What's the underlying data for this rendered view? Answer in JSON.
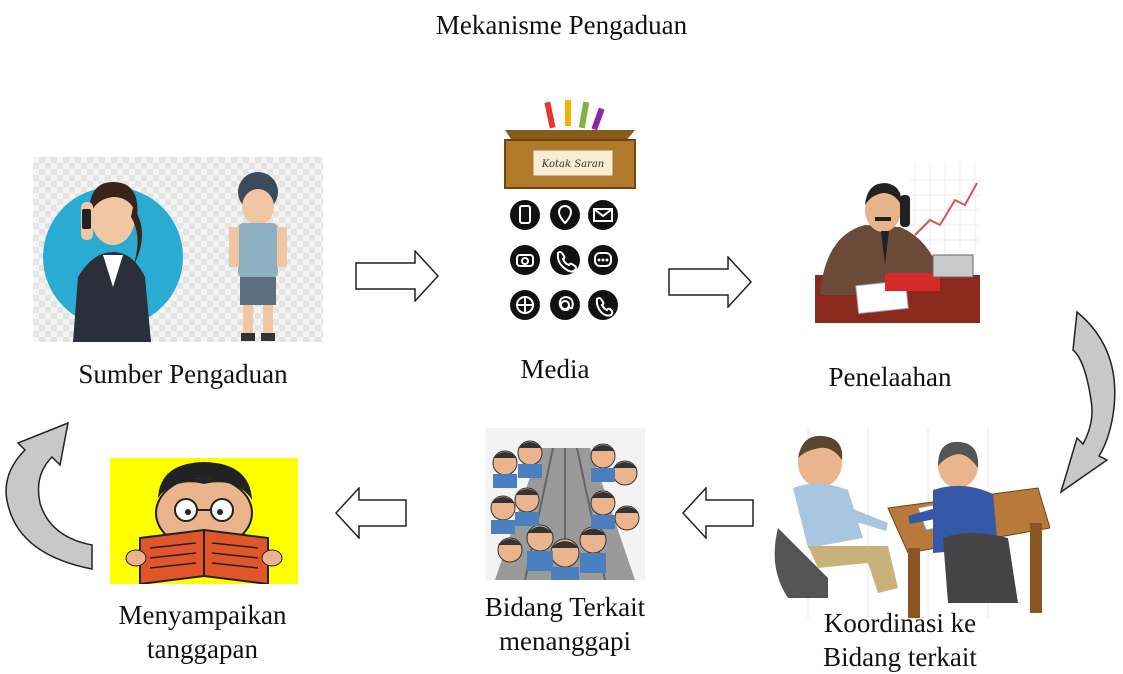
{
  "title": "Mekanisme Pengaduan",
  "stages": {
    "sumber": "Sumber Pengaduan",
    "media": "Media",
    "penelaahan": "Penelaahan",
    "koordinasi_line1": "Koordinasi ke",
    "koordinasi_line2": "Bidang terkait",
    "bidang_line1": "Bidang Terkait",
    "bidang_line2": "menanggapi",
    "menyampaikan_line1": "Menyampaikan",
    "menyampaikan_line2": "tanggapan"
  },
  "box_label": "Kotak Saran",
  "media_icons": [
    "phone-icon",
    "location-icon",
    "mail-icon",
    "telephone-icon",
    "call-icon",
    "chat-icon",
    "globe-icon",
    "at-icon",
    "handset-icon"
  ],
  "colors": {
    "arrow_fill": "#c8c8c8",
    "box_wood": "#b07a2a",
    "banner_yellow": "#ffff00",
    "circle_blue": "#29abd4"
  }
}
